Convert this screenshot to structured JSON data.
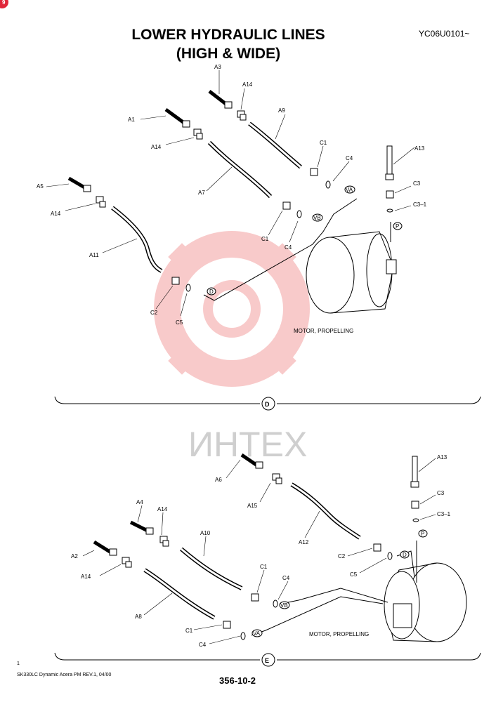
{
  "header": {
    "title_line1": "LOWER HYDRAULIC LINES",
    "title_line2": "(HIGH & WIDE)",
    "code": "YC06U0101~"
  },
  "corner_badge": "9",
  "watermark": {
    "text": "ИНТЕХ",
    "color": "#f08c8c"
  },
  "diagram_d": {
    "section": "D",
    "motor_label": "MOTOR, PROPELLING",
    "labels": {
      "A3": "A3",
      "A14a": "A14",
      "A9": "A9",
      "A1": "A1",
      "A14b": "A14",
      "C1a": "C1",
      "C4a": "C4",
      "A13": "A13",
      "C3": "C3",
      "C31": "C3–1",
      "A5": "A5",
      "A14c": "A14",
      "A7": "A7",
      "C1b": "C1",
      "C4b": "C4",
      "A11": "A11",
      "C2": "C2",
      "C5": "C5"
    },
    "ports": {
      "VA": "VA",
      "VB": "VB",
      "P": "P",
      "D": "D"
    }
  },
  "diagram_e": {
    "section": "E",
    "motor_label": "MOTOR, PROPELLING",
    "labels": {
      "A6": "A6",
      "A13": "A13",
      "C3": "C3",
      "C31": "C3–1",
      "A15": "A15",
      "A4": "A4",
      "A14a": "A14",
      "A12": "A12",
      "A10": "A10",
      "C2": "C2",
      "A2": "A2",
      "C5": "C5",
      "A14b": "A14",
      "C1a": "C1",
      "C4a": "C4",
      "A8": "A8",
      "C1b": "C1",
      "C4b": "C4"
    },
    "ports": {
      "P": "P",
      "D": "D",
      "VB": "VB",
      "VA": "VA"
    }
  },
  "footer": {
    "number": "1",
    "doc": "SK330LC Dynamic Acera PM REV.1, 04/00",
    "page": "356-10-2"
  }
}
